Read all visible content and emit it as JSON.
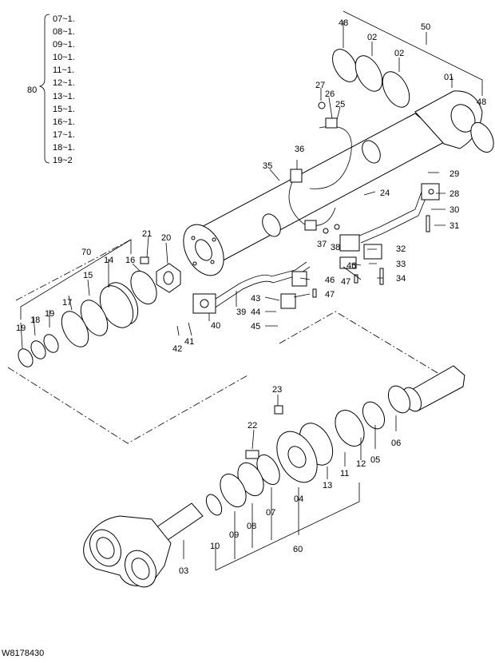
{
  "assembly": {
    "label": "80",
    "items": [
      "07~1.",
      "08~1.",
      "09~1.",
      "10~1.",
      "11~1.",
      "12~1.",
      "13~1.",
      "15~1.",
      "16~1.",
      "17~1.",
      "18~1.",
      "19~2"
    ]
  },
  "callouts": {
    "p01": "01",
    "p02a": "02",
    "p02b": "02",
    "p03": "03",
    "p04": "04",
    "p05": "05",
    "p06": "06",
    "p07": "07",
    "p08": "08",
    "p09": "09",
    "p10": "10",
    "p11": "11",
    "p12": "12",
    "p13": "13",
    "p14": "14",
    "p15": "15",
    "p16": "16",
    "p17": "17",
    "p18": "18",
    "p19a": "19",
    "p19b": "19",
    "p20": "20",
    "p21": "21",
    "p22": "22",
    "p23": "23",
    "p24": "24",
    "p25": "25",
    "p26": "26",
    "p27": "27",
    "p28": "28",
    "p29": "29",
    "p30": "30",
    "p31": "31",
    "p32": "32",
    "p33": "33",
    "p34": "34",
    "p35": "35",
    "p36": "36",
    "p37": "37",
    "p38": "38",
    "p39": "39",
    "p40": "40",
    "p41": "41",
    "p42": "42",
    "p43": "43",
    "p44": "44",
    "p45": "45",
    "p46a": "46",
    "p46b": "46",
    "p47a": "47",
    "p47b": "47",
    "p48a": "48",
    "p48b": "48",
    "p50": "50",
    "p60": "60",
    "p70": "70"
  },
  "drawing_number": "W8178430"
}
